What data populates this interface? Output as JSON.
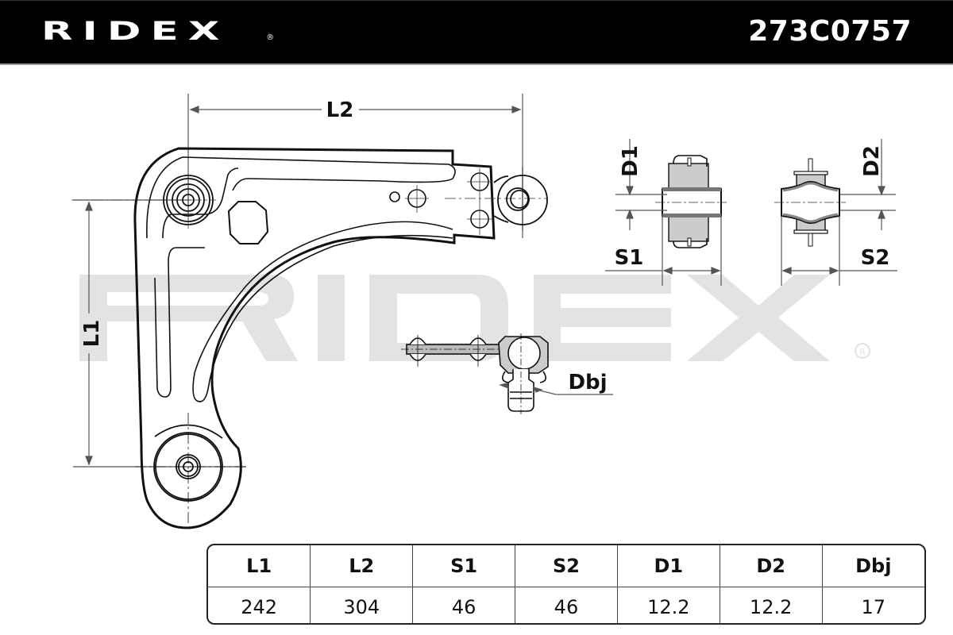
{
  "header": {
    "brand": "RIDEX",
    "registered_mark": "®",
    "part_number": "273C0757"
  },
  "drawing": {
    "watermark": "RIDEX",
    "dimension_labels": {
      "L1": "L1",
      "L2": "L2",
      "S1": "S1",
      "S2": "S2",
      "D1": "D1",
      "D2": "D2",
      "Dbj": "Dbj"
    }
  },
  "spec_table": {
    "headers": [
      "L1",
      "L2",
      "S1",
      "S2",
      "D1",
      "D2",
      "Dbj"
    ],
    "values": [
      "242",
      "304",
      "46",
      "46",
      "12.2",
      "12.2",
      "17"
    ]
  },
  "colors": {
    "header_bg": "#000000",
    "header_text": "#ffffff",
    "watermark": "#e2e2e2",
    "line": "#111111",
    "dim_line": "#555555"
  }
}
